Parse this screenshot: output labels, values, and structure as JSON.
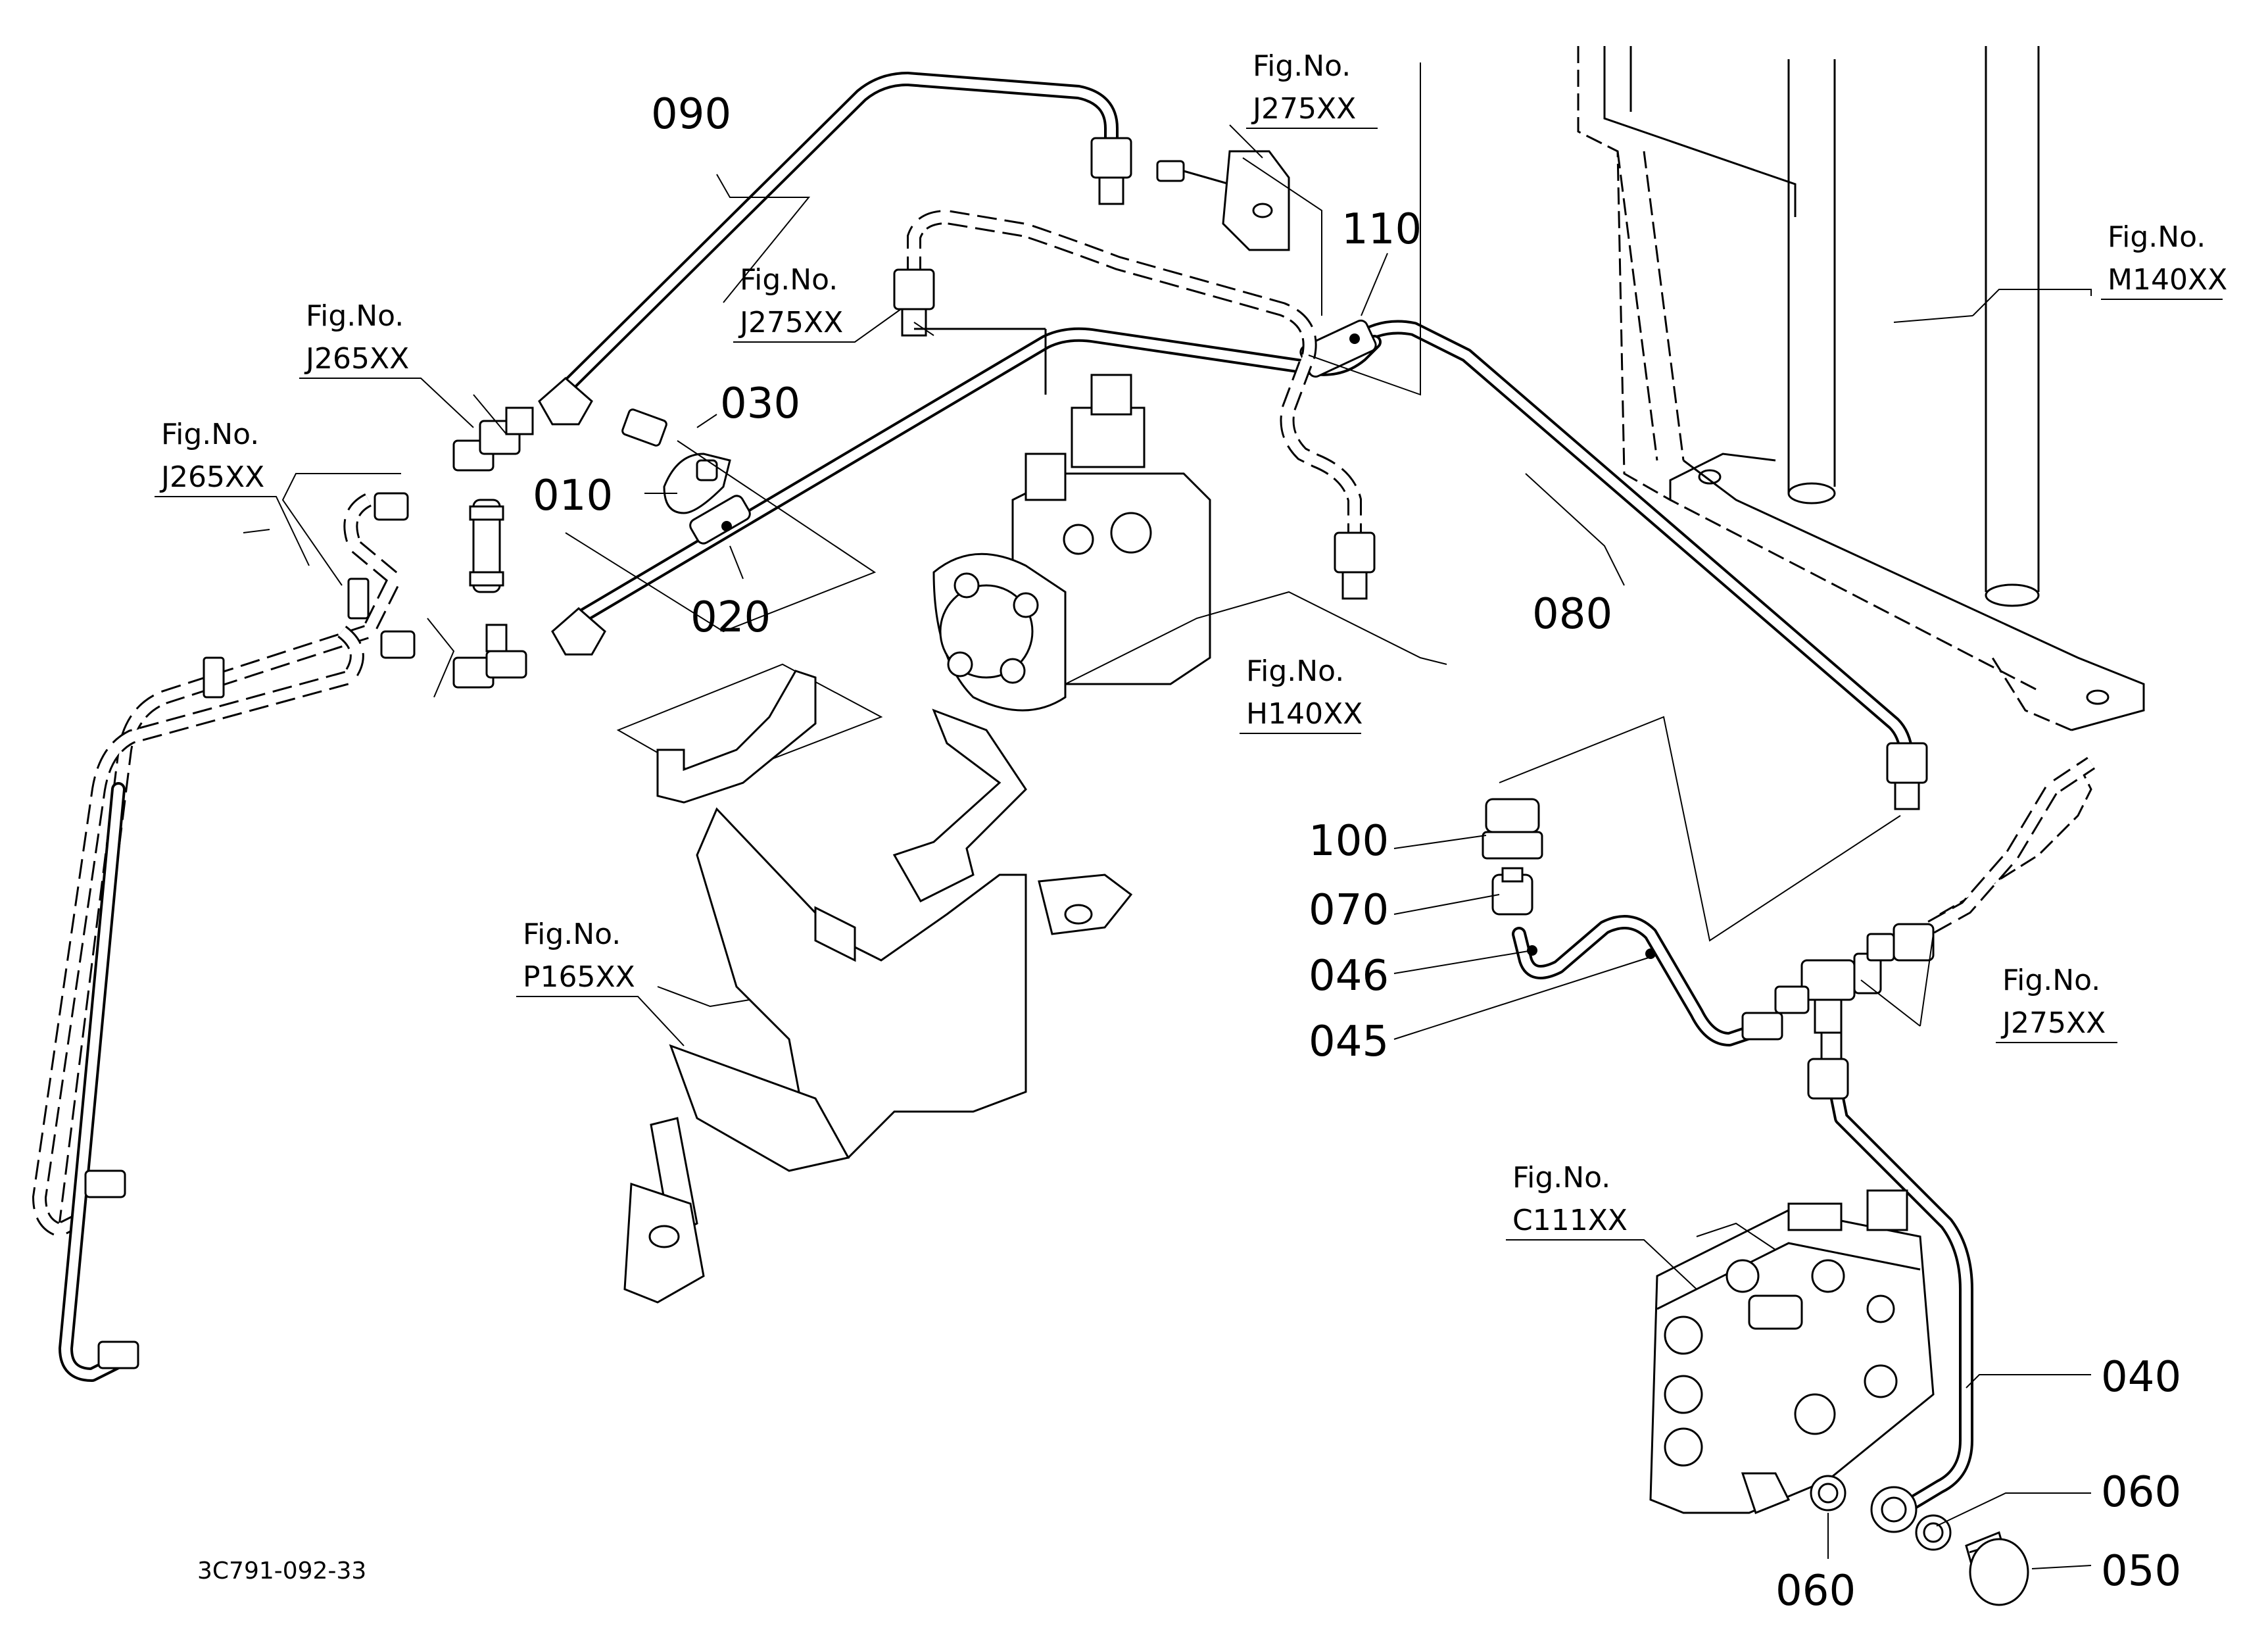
{
  "figure": {
    "drawing_code": "3C791-092-33"
  },
  "callouts": {
    "p090": "090",
    "p030": "030",
    "p010": "010",
    "p020": "020",
    "p110": "110",
    "p080": "080",
    "p100": "100",
    "p070": "070",
    "p046": "046",
    "p045": "045",
    "p040": "040",
    "p060a": "060",
    "p060b": "060",
    "p050": "050"
  },
  "figure_refs": {
    "j275_top": {
      "prefix": "Fig.No.",
      "code": "J275XX"
    },
    "j275_mid": {
      "prefix": "Fig.No.",
      "code": "J275XX"
    },
    "j275_right": {
      "prefix": "Fig.No.",
      "code": "J275XX"
    },
    "j265_a": {
      "prefix": "Fig.No.",
      "code": "J265XX"
    },
    "j265_b": {
      "prefix": "Fig.No.",
      "code": "J265XX"
    },
    "m140": {
      "prefix": "Fig.No.",
      "code": "M140XX"
    },
    "h140": {
      "prefix": "Fig.No.",
      "code": "H140XX"
    },
    "p165": {
      "prefix": "Fig.No.",
      "code": "P165XX"
    },
    "c111": {
      "prefix": "Fig.No.",
      "code": "C111XX"
    }
  }
}
